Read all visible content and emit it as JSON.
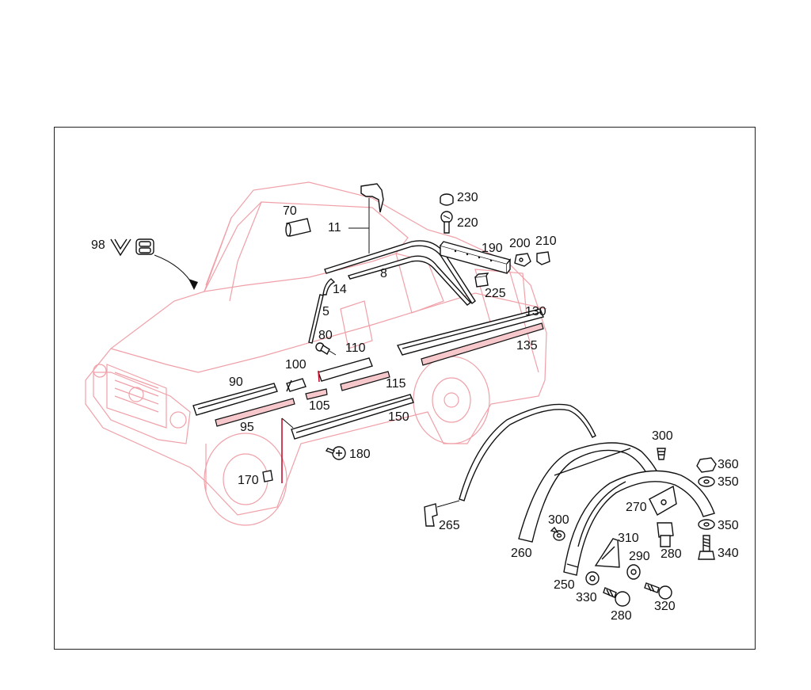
{
  "diagram": {
    "part_numbers": {
      "p98": "98",
      "badge": "V8",
      "p70": "70",
      "p11": "11",
      "p230": "230",
      "p220": "220",
      "p190": "190",
      "p200": "200",
      "p210": "210",
      "p8": "8",
      "p14": "14",
      "p225": "225",
      "p5": "5",
      "p80": "80",
      "p130": "130",
      "p110": "110",
      "p135": "135",
      "p100": "100",
      "p90": "90",
      "p115": "115",
      "p105": "105",
      "p95": "95",
      "p150": "150",
      "p180": "180",
      "p170": "170",
      "p300a": "300",
      "p360": "360",
      "p350a": "350",
      "p270": "270",
      "p265": "265",
      "p350b": "350",
      "p300b": "300",
      "p310": "310",
      "p280a": "280",
      "p290": "290",
      "p340": "340",
      "p260": "260",
      "p250": "250",
      "p330": "330",
      "p320": "320",
      "p280b": "280"
    },
    "colors": {
      "vehicle_outline": "#f0a0a8",
      "part_outline": "#111111",
      "frame": "#222222",
      "highlight": "#c8102e"
    }
  }
}
